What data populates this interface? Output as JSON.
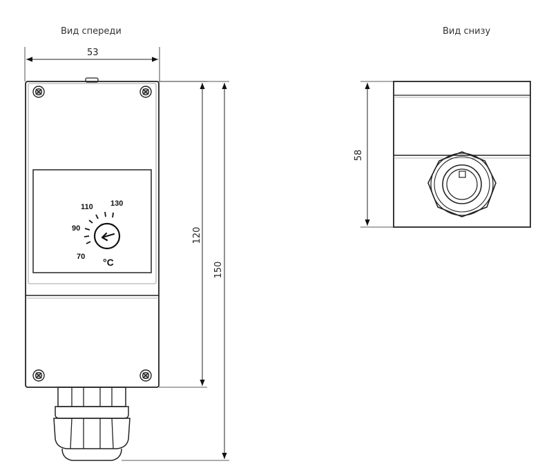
{
  "front_view": {
    "title": "Вид спереди",
    "dims": {
      "width": "53",
      "height_body": "120",
      "height_total": "150"
    },
    "dial": {
      "scale_labels": [
        "70",
        "90",
        "110",
        "130"
      ],
      "unit": "°C"
    }
  },
  "bottom_view": {
    "title": "Вид снизу",
    "dims": {
      "height": "58"
    }
  }
}
